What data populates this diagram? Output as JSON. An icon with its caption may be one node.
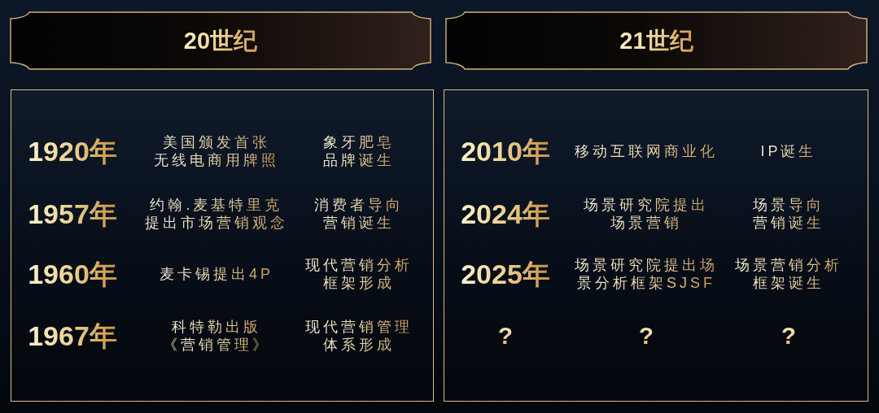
{
  "diagram": {
    "nodes": [
      {
        "text": [
          "20世纪"
        ]
      },
      {
        "text": [
          "1920年",
          "美国颁发首张无线电商用牌照",
          "象牙肥皂品牌诞生",
          "1957年",
          "约翰.麦基特里克提出市场营销观念",
          "消费者导向营销诞生",
          "1960年",
          "麦卡锡提出4P",
          "现代营销分析框架形成",
          "1967年",
          "科特勒出版《营销管理》",
          "现代营销管理体系形成"
        ]
      },
      {
        "text": [
          "21世纪"
        ]
      },
      {
        "text": [
          "2010年",
          "移动互联网商业化",
          "IP诞生",
          "2024年",
          "场景研究院提出场景营销",
          "场景导向营销诞生",
          "2025年",
          "场景研究院提出场景分析框架SJSF",
          "场景营销分析框架诞生",
          "?",
          "?",
          "?"
        ]
      }
    ]
  }
}
